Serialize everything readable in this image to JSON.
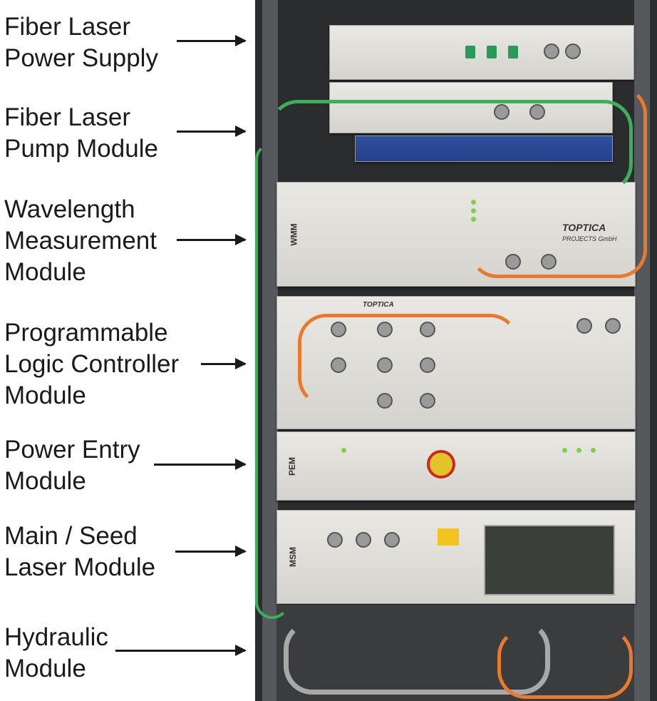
{
  "labels": [
    {
      "text": "Fiber Laser\nPower Supply"
    },
    {
      "text": "Fiber Laser\nPump Module"
    },
    {
      "text": "Wavelength\nMeasurement\nModule"
    },
    {
      "text": "Programmable\nLogic Controller\nModule"
    },
    {
      "text": "Power Entry\nModule"
    },
    {
      "text": "Main / Seed\nLaser Module"
    },
    {
      "text": "Hydraulic\nModule"
    }
  ],
  "photo": {
    "module_tags": {
      "wmm": "WMM",
      "pem": "PEM",
      "msm": "MSM"
    },
    "brand": "TOPTICA",
    "brand_sub": "PROJECTS GmbH"
  },
  "colors": {
    "cable_orange": "#e8792f",
    "cable_green": "#3fae5a",
    "panel": "#e4e3de"
  }
}
